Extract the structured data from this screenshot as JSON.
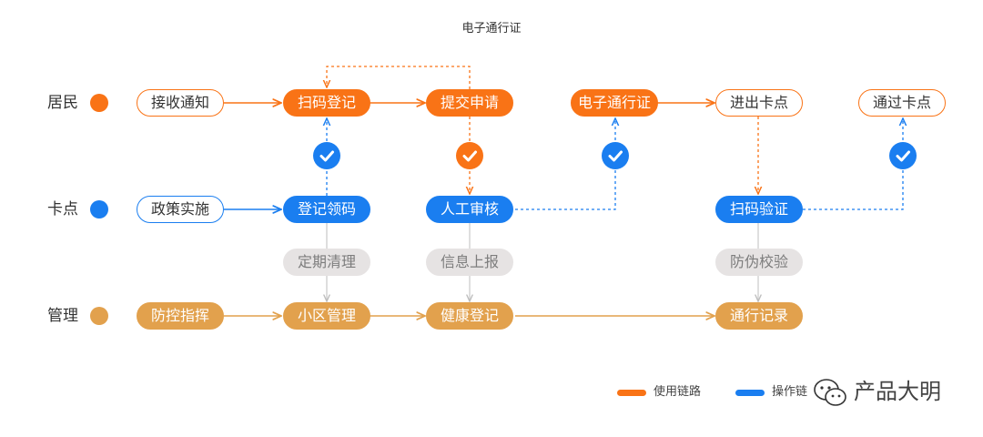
{
  "title": "电子通行证",
  "lanes": {
    "resident": {
      "label": "居民",
      "color": "#f97316"
    },
    "checkpoint": {
      "label": "卡点",
      "color": "#1a7ef0"
    },
    "management": {
      "label": "管理",
      "color": "#e2a14d"
    }
  },
  "nodes": {
    "receive_notice": "接收通知",
    "scan_register": "扫码登记",
    "submit_application": "提交申请",
    "e_pass": "电子通行证",
    "enter_exit_checkpoint": "进出卡点",
    "pass_checkpoint": "通过卡点",
    "policy_implementation": "政策实施",
    "register_get_code": "登记领码",
    "manual_review": "人工审核",
    "scan_verify": "扫码验证",
    "periodic_cleanup": "定期清理",
    "info_report": "信息上报",
    "anti_counterfeit": "防伪校验",
    "prevention_command": "防控指挥",
    "community_management": "小区管理",
    "health_registration": "健康登记",
    "pass_record": "通行记录"
  },
  "legend": {
    "usage_link": {
      "label": "使用链路",
      "color": "#f97316"
    },
    "operation_link": {
      "label": "操作链",
      "color": "#1a7ef0"
    }
  },
  "watermark": "产品大明"
}
